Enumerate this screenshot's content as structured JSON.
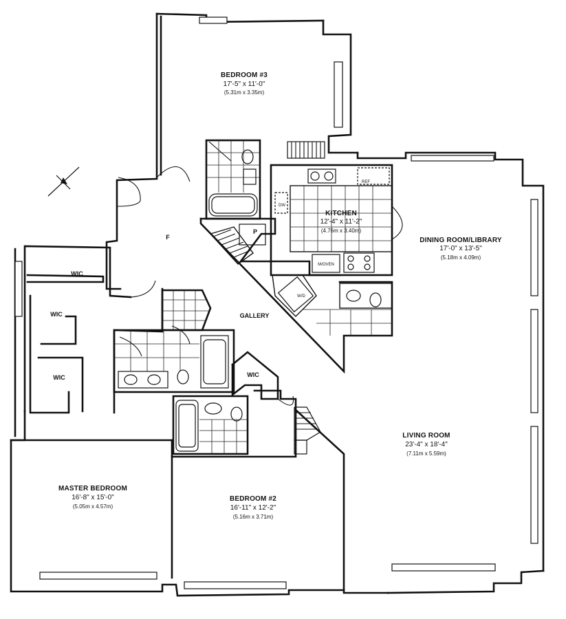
{
  "rooms": {
    "bedroom3": {
      "name": "BEDROOM #3",
      "dims": "17'-5\" x 11'-0\"",
      "metric": "(5.31m x 3.35m)"
    },
    "kitchen": {
      "name": "KITCHEN",
      "dims": "12'-4\" x 11'-2\"",
      "metric": "(4.76m x 3.40m)"
    },
    "dining": {
      "name": "DINING ROOM/LIBRARY",
      "dims": "17'-0\" x 13'-5\"",
      "metric": "(5.18m x 4.09m)"
    },
    "living": {
      "name": "LIVING ROOM",
      "dims": "23'-4\" x 18'-4\"",
      "metric": "(7.11m x 5.59m)"
    },
    "master": {
      "name": "MASTER BEDROOM",
      "dims": "16'-8\" x 15'-0\"",
      "metric": "(5.05m x 4.57m)"
    },
    "bedroom2": {
      "name": "BEDROOM #2",
      "dims": "16'-11\" x 12'-2\"",
      "metric": "(5.16m x 3.71m)"
    }
  },
  "labels": {
    "foyer": "F",
    "gallery": "GALLERY",
    "pantry": "P",
    "wic": "WIC",
    "ref": "REF",
    "dw": "DW",
    "wd": "W/D",
    "micro": "M/OVEN"
  }
}
